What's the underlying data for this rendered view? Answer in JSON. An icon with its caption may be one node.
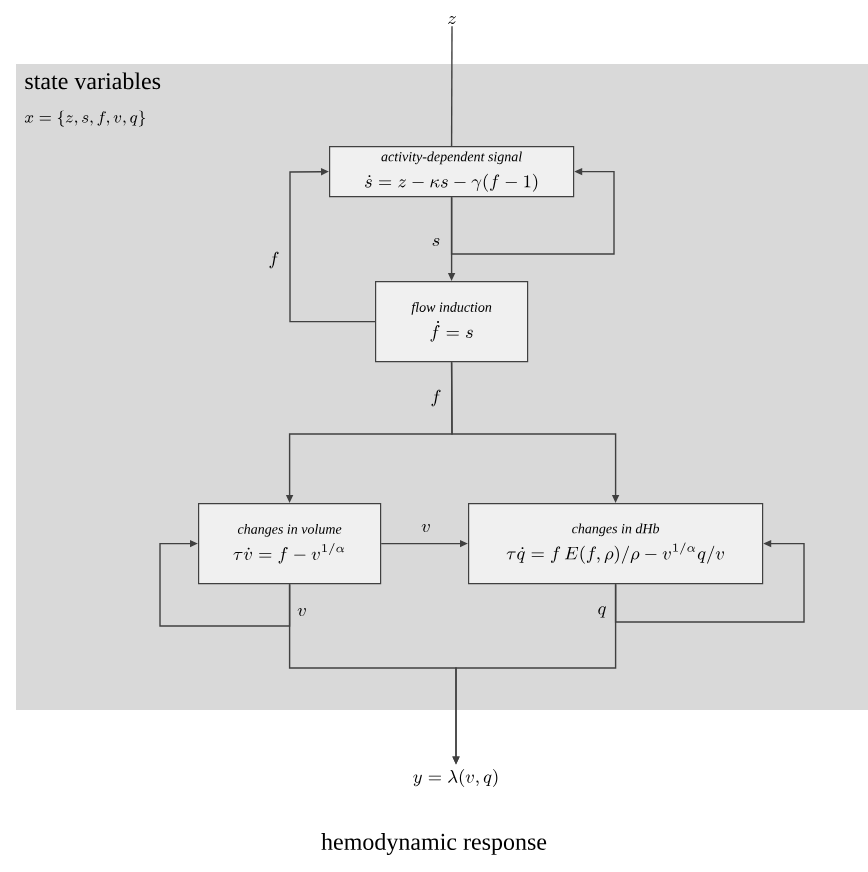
{
  "diagram": {
    "caption": "hemodynamic response",
    "nodes": [
      {
        "text": [
          "z"
        ]
      },
      {
        "text": [
          "state variables",
          "x = \\{z,s,f,v,q\\}"
        ]
      },
      {
        "text": [
          "activity-dependent signal",
          "\\dot{s} = z - \\kappa s - \\gamma(f-1)"
        ],
        "in": 1
      },
      {
        "text": [
          "flow induction",
          "\\dot{f} = s"
        ],
        "in": 1
      },
      {
        "text": [
          "changes in volume",
          "\\tau\\dot{v} = f - v^{1/\\alpha}"
        ],
        "in": 1
      },
      {
        "text": [
          "changes in dHb",
          "\\tau\\dot{q} = f\\,E(f,\\rho)/\\rho - v^{1/\\alpha}q/v"
        ],
        "in": 1
      },
      {
        "text": [
          "y = \\lambda(v,q)"
        ]
      }
    ],
    "edges": [
      {
        "from": 0,
        "to": 2,
        "arrow": "none"
      },
      {
        "from": 2,
        "to": 2,
        "arrow": "to"
      },
      {
        "from": 2,
        "to": 3,
        "arrow": "to",
        "label": "s"
      },
      {
        "from": 3,
        "to": 2,
        "arrow": "to",
        "label": "f"
      },
      {
        "from": 3,
        "to": 4,
        "arrow": "to",
        "label": "f"
      },
      {
        "from": 3,
        "to": 5,
        "arrow": "to"
      },
      {
        "from": 4,
        "to": 4,
        "arrow": "to"
      },
      {
        "from": 4,
        "to": 5,
        "arrow": "to",
        "label": "v"
      },
      {
        "from": 5,
        "to": 5,
        "arrow": "to"
      },
      {
        "from": 4,
        "to": 6,
        "arrow": "to",
        "label": "v"
      },
      {
        "from": 5,
        "to": 6,
        "arrow": "to",
        "label": "q"
      }
    ]
  }
}
